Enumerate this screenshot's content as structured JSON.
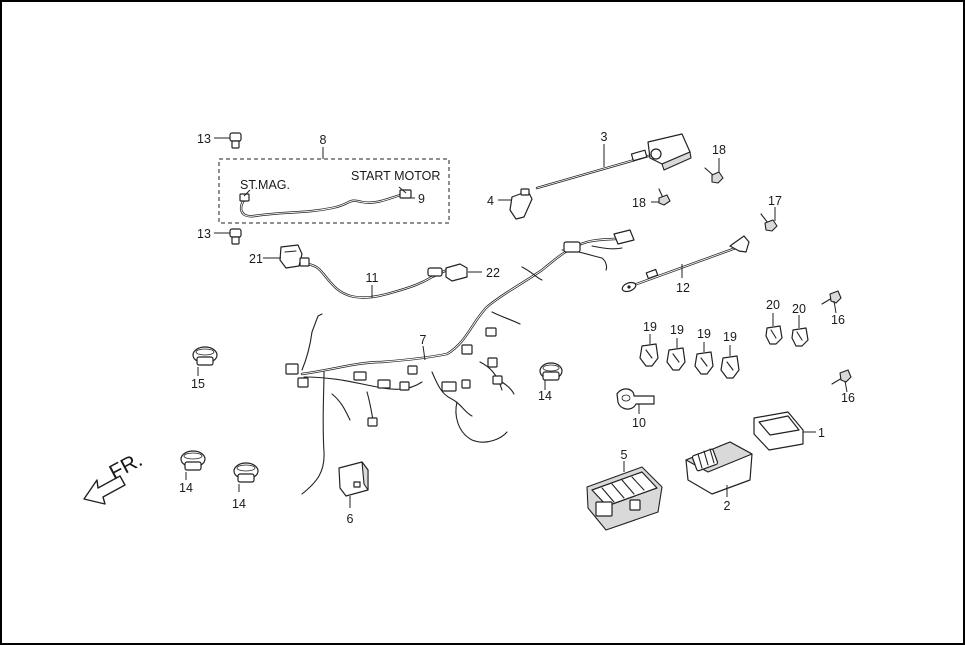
{
  "diagram": {
    "fr_label": "FR.",
    "captions": {
      "st_mag": "ST.MAG.",
      "start_motor": "START MOTOR"
    },
    "callouts": {
      "c1": "1",
      "c2": "2",
      "c3": "3",
      "c4": "4",
      "c5": "5",
      "c6": "6",
      "c7": "7",
      "c8": "8",
      "c9": "9",
      "c10": "10",
      "c11": "11",
      "c12": "12",
      "c13a": "13",
      "c13b": "13",
      "c14a": "14",
      "c14b": "14",
      "c14c": "14",
      "c15": "15",
      "c16a": "16",
      "c16b": "16",
      "c17": "17",
      "c18a": "18",
      "c18b": "18",
      "c19a": "19",
      "c19b": "19",
      "c19c": "19",
      "c19d": "19",
      "c20a": "20",
      "c20b": "20",
      "c21": "21",
      "c22": "22"
    },
    "colors": {
      "line": "#222222",
      "fill_shade": "#d9d9d9",
      "background": "#ffffff"
    }
  }
}
